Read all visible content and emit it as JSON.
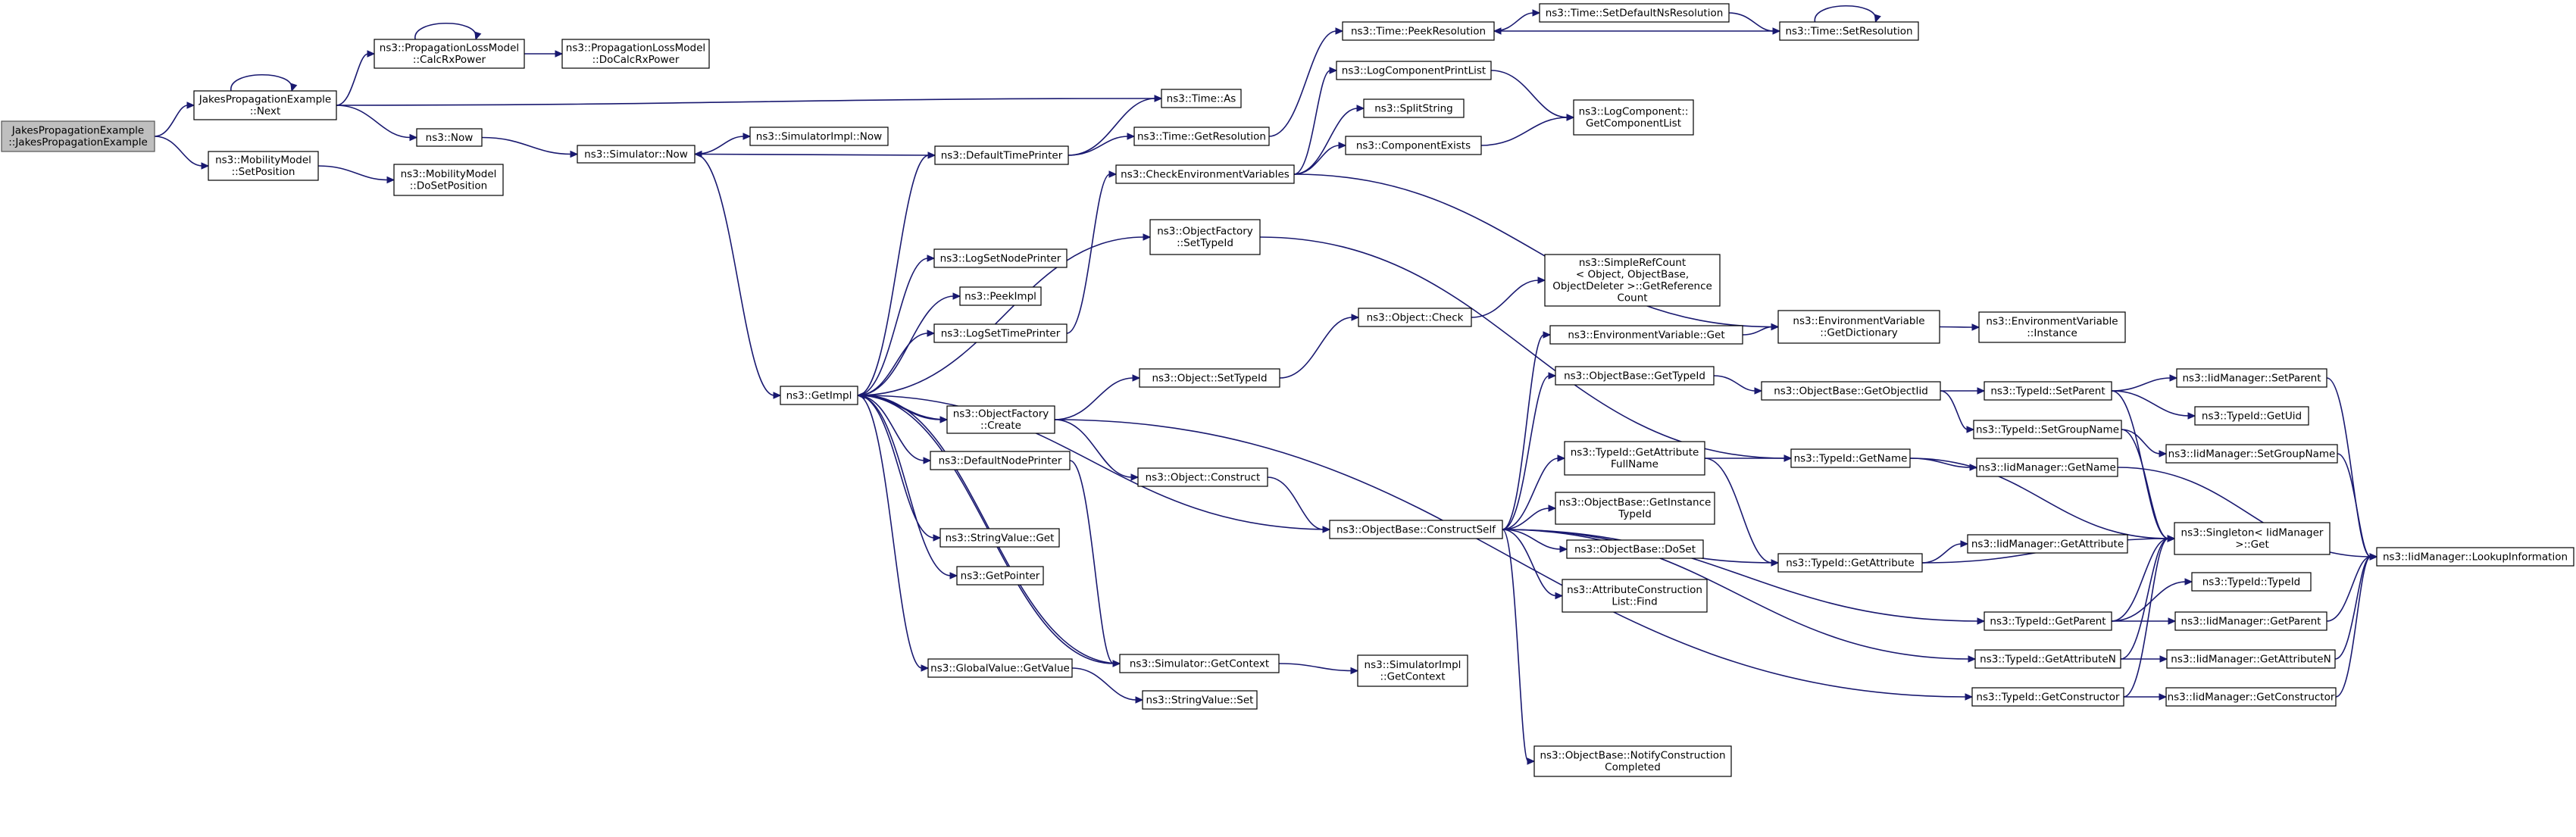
{
  "graph": {
    "edge_color": "#191970",
    "root_fill": "#bfbfbf",
    "nodes": [
      {
        "id": "root",
        "root": true,
        "lines": [
          "JakesPropagationExample",
          "::JakesPropagationExample"
        ]
      },
      {
        "id": "jpe_next",
        "lines": [
          "JakesPropagationExample",
          "::Next"
        ]
      },
      {
        "id": "mm_setpos",
        "lines": [
          "ns3::MobilityModel",
          "::SetPosition"
        ]
      },
      {
        "id": "plm_calc",
        "lines": [
          "ns3::PropagationLossModel",
          "::CalcRxPower"
        ]
      },
      {
        "id": "plm_docalc",
        "lines": [
          "ns3::PropagationLossModel",
          "::DoCalcRxPower"
        ]
      },
      {
        "id": "now",
        "lines": [
          "ns3::Now"
        ]
      },
      {
        "id": "mm_dosetpos",
        "lines": [
          "ns3::MobilityModel",
          "::DoSetPosition"
        ]
      },
      {
        "id": "sim_now",
        "lines": [
          "ns3::Simulator::Now"
        ]
      },
      {
        "id": "simimpl_now",
        "lines": [
          "ns3::SimulatorImpl::Now"
        ]
      },
      {
        "id": "getimpl",
        "lines": [
          "ns3::GetImpl"
        ]
      },
      {
        "id": "deftimeprinter",
        "lines": [
          "ns3::DefaultTimePrinter"
        ]
      },
      {
        "id": "time_as",
        "lines": [
          "ns3::Time::As"
        ]
      },
      {
        "id": "time_getres",
        "lines": [
          "ns3::Time::GetResolution"
        ]
      },
      {
        "id": "checkenv",
        "lines": [
          "ns3::CheckEnvironmentVariables"
        ]
      },
      {
        "id": "time_peekres",
        "lines": [
          "ns3::Time::PeekResolution"
        ]
      },
      {
        "id": "time_setdef",
        "lines": [
          "ns3::Time::SetDefaultNsResolution"
        ]
      },
      {
        "id": "time_setres",
        "lines": [
          "ns3::Time::SetResolution"
        ]
      },
      {
        "id": "logcompprint",
        "lines": [
          "ns3::LogComponentPrintList"
        ]
      },
      {
        "id": "splitstring",
        "lines": [
          "ns3::SplitString"
        ]
      },
      {
        "id": "compexists",
        "lines": [
          "ns3::ComponentExists"
        ]
      },
      {
        "id": "logcomp_getlist",
        "lines": [
          "ns3::LogComponent::",
          "GetComponentList"
        ]
      },
      {
        "id": "of_settypeid",
        "lines": [
          "ns3::ObjectFactory",
          "::SetTypeId"
        ]
      },
      {
        "id": "logsetnodeprinter",
        "lines": [
          "ns3::LogSetNodePrinter"
        ]
      },
      {
        "id": "peekimpl",
        "lines": [
          "ns3::PeekImpl"
        ]
      },
      {
        "id": "logsettimeprinter",
        "lines": [
          "ns3::LogSetTimePrinter"
        ]
      },
      {
        "id": "of_create",
        "lines": [
          "ns3::ObjectFactory",
          "::Create"
        ]
      },
      {
        "id": "defnodeprinter",
        "lines": [
          "ns3::DefaultNodePrinter"
        ]
      },
      {
        "id": "strval_get",
        "lines": [
          "ns3::StringValue::Get"
        ]
      },
      {
        "id": "getpointer",
        "lines": [
          "ns3::GetPointer"
        ]
      },
      {
        "id": "gv_getvalue",
        "lines": [
          "ns3::GlobalValue::GetValue"
        ]
      },
      {
        "id": "sim_getctx",
        "lines": [
          "ns3::Simulator::GetContext"
        ]
      },
      {
        "id": "strval_set",
        "lines": [
          "ns3::StringValue::Set"
        ]
      },
      {
        "id": "simimpl_getctx",
        "lines": [
          "ns3::SimulatorImpl",
          "::GetContext"
        ]
      },
      {
        "id": "obj_settypeid",
        "lines": [
          "ns3::Object::SetTypeId"
        ]
      },
      {
        "id": "obj_check",
        "lines": [
          "ns3::Object::Check"
        ]
      },
      {
        "id": "simplerefcount",
        "lines": [
          "ns3::SimpleRefCount",
          "< Object, ObjectBase,",
          "ObjectDeleter >::GetReference",
          "Count"
        ]
      },
      {
        "id": "obj_construct",
        "lines": [
          "ns3::Object::Construct"
        ]
      },
      {
        "id": "ob_constructself",
        "lines": [
          "ns3::ObjectBase::ConstructSelf"
        ]
      },
      {
        "id": "envvar_get",
        "lines": [
          "ns3::EnvironmentVariable::Get"
        ]
      },
      {
        "id": "envvar_getdict",
        "lines": [
          "ns3::EnvironmentVariable",
          "::GetDictionary"
        ]
      },
      {
        "id": "envvar_instance",
        "lines": [
          "ns3::EnvironmentVariable",
          "::Instance"
        ]
      },
      {
        "id": "ob_gettypeid",
        "lines": [
          "ns3::ObjectBase::GetTypeId"
        ]
      },
      {
        "id": "ob_getobjectiid",
        "lines": [
          "ns3::ObjectBase::GetObjectIid"
        ]
      },
      {
        "id": "tid_getattrfull",
        "lines": [
          "ns3::TypeId::GetAttribute",
          "FullName"
        ]
      },
      {
        "id": "tid_getname",
        "lines": [
          "ns3::TypeId::GetName"
        ]
      },
      {
        "id": "ob_getinstancetid",
        "lines": [
          "ns3::ObjectBase::GetInstance",
          "TypeId"
        ]
      },
      {
        "id": "ob_doset",
        "lines": [
          "ns3::ObjectBase::DoSet"
        ]
      },
      {
        "id": "attrconstr_find",
        "lines": [
          "ns3::AttributeConstruction",
          "List::Find"
        ]
      },
      {
        "id": "ob_notify",
        "lines": [
          "ns3::ObjectBase::NotifyConstruction",
          "Completed"
        ]
      },
      {
        "id": "tid_setparent",
        "lines": [
          "ns3::TypeId::SetParent"
        ]
      },
      {
        "id": "tid_setgroupname",
        "lines": [
          "ns3::TypeId::SetGroupName"
        ]
      },
      {
        "id": "iid_getname",
        "lines": [
          "ns3::IidManager::GetName"
        ]
      },
      {
        "id": "tid_getattribute",
        "lines": [
          "ns3::TypeId::GetAttribute"
        ]
      },
      {
        "id": "iid_getattribute",
        "lines": [
          "ns3::IidManager::GetAttribute"
        ]
      },
      {
        "id": "tid_getparent",
        "lines": [
          "ns3::TypeId::GetParent"
        ]
      },
      {
        "id": "tid_getattributen",
        "lines": [
          "ns3::TypeId::GetAttributeN"
        ]
      },
      {
        "id": "tid_getconstructor",
        "lines": [
          "ns3::TypeId::GetConstructor"
        ]
      },
      {
        "id": "iid_setparent",
        "lines": [
          "ns3::IidManager::SetParent"
        ]
      },
      {
        "id": "tid_getuid",
        "lines": [
          "ns3::TypeId::GetUid"
        ]
      },
      {
        "id": "iid_setgroupname",
        "lines": [
          "ns3::IidManager::SetGroupName"
        ]
      },
      {
        "id": "singleton_get",
        "lines": [
          "ns3::Singleton< IidManager",
          ">::Get"
        ]
      },
      {
        "id": "tid_typeid",
        "lines": [
          "ns3::TypeId::TypeId"
        ]
      },
      {
        "id": "iid_getparent",
        "lines": [
          "ns3::IidManager::GetParent"
        ]
      },
      {
        "id": "iid_getattributen",
        "lines": [
          "ns3::IidManager::GetAttributeN"
        ]
      },
      {
        "id": "iid_getconstructor",
        "lines": [
          "ns3::IidManager::GetConstructor"
        ]
      },
      {
        "id": "iid_lookup",
        "lines": [
          "ns3::IidManager::LookupInformation"
        ]
      }
    ],
    "edges": [
      [
        "root",
        "jpe_next"
      ],
      [
        "root",
        "mm_setpos"
      ],
      [
        "jpe_next",
        "jpe_next"
      ],
      [
        "jpe_next",
        "plm_calc"
      ],
      [
        "jpe_next",
        "now"
      ],
      [
        "jpe_next",
        "time_as"
      ],
      [
        "plm_calc",
        "plm_calc"
      ],
      [
        "plm_calc",
        "plm_docalc"
      ],
      [
        "mm_setpos",
        "mm_dosetpos"
      ],
      [
        "now",
        "sim_now"
      ],
      [
        "sim_now",
        "simimpl_now"
      ],
      [
        "sim_now",
        "getimpl"
      ],
      [
        "deftimeprinter",
        "sim_now"
      ],
      [
        "deftimeprinter",
        "time_as"
      ],
      [
        "deftimeprinter",
        "time_getres"
      ],
      [
        "getimpl",
        "deftimeprinter"
      ],
      [
        "getimpl",
        "logsetnodeprinter"
      ],
      [
        "getimpl",
        "peekimpl"
      ],
      [
        "getimpl",
        "logsettimeprinter"
      ],
      [
        "getimpl",
        "of_settypeid"
      ],
      [
        "getimpl",
        "of_create"
      ],
      [
        "getimpl",
        "defnodeprinter"
      ],
      [
        "getimpl",
        "strval_get"
      ],
      [
        "getimpl",
        "getpointer"
      ],
      [
        "getimpl",
        "gv_getvalue"
      ],
      [
        "getimpl",
        "sim_getctx"
      ],
      [
        "logsettimeprinter",
        "checkenv"
      ],
      [
        "time_getres",
        "time_peekres"
      ],
      [
        "time_peekres",
        "time_setdef"
      ],
      [
        "time_setdef",
        "time_setres"
      ],
      [
        "time_setres",
        "time_setres"
      ],
      [
        "time_setres",
        "time_peekres"
      ],
      [
        "checkenv",
        "logcompprint"
      ],
      [
        "checkenv",
        "splitstring"
      ],
      [
        "checkenv",
        "compexists"
      ],
      [
        "checkenv",
        "envvar_getdict"
      ],
      [
        "logcompprint",
        "logcomp_getlist"
      ],
      [
        "compexists",
        "logcomp_getlist"
      ],
      [
        "of_settypeid",
        "tid_getname"
      ],
      [
        "of_create",
        "obj_settypeid"
      ],
      [
        "of_create",
        "obj_construct"
      ],
      [
        "of_create",
        "getimpl"
      ],
      [
        "of_create",
        "tid_getconstructor"
      ],
      [
        "defnodeprinter",
        "sim_getctx"
      ],
      [
        "gv_getvalue",
        "strval_set"
      ],
      [
        "sim_getctx",
        "simimpl_getctx"
      ],
      [
        "sim_getctx",
        "getimpl"
      ],
      [
        "obj_settypeid",
        "obj_check"
      ],
      [
        "obj_check",
        "simplerefcount"
      ],
      [
        "obj_construct",
        "ob_constructself"
      ],
      [
        "ob_constructself",
        "envvar_get"
      ],
      [
        "ob_constructself",
        "ob_gettypeid"
      ],
      [
        "ob_constructself",
        "tid_getattrfull"
      ],
      [
        "ob_constructself",
        "ob_getinstancetid"
      ],
      [
        "ob_constructself",
        "ob_doset"
      ],
      [
        "ob_constructself",
        "attrconstr_find"
      ],
      [
        "ob_constructself",
        "ob_notify"
      ],
      [
        "ob_constructself",
        "tid_getattribute"
      ],
      [
        "ob_constructself",
        "tid_getparent"
      ],
      [
        "ob_constructself",
        "tid_getattributen"
      ],
      [
        "ob_constructself",
        "getimpl"
      ],
      [
        "envvar_get",
        "envvar_getdict"
      ],
      [
        "envvar_getdict",
        "envvar_instance"
      ],
      [
        "ob_gettypeid",
        "ob_getobjectiid"
      ],
      [
        "ob_getobjectiid",
        "tid_setparent"
      ],
      [
        "ob_getobjectiid",
        "tid_setgroupname"
      ],
      [
        "tid_getattrfull",
        "tid_getname"
      ],
      [
        "tid_getattrfull",
        "tid_getattribute"
      ],
      [
        "tid_getname",
        "iid_getname"
      ],
      [
        "tid_getname",
        "singleton_get"
      ],
      [
        "iid_getname",
        "iid_lookup"
      ],
      [
        "tid_setparent",
        "iid_setparent"
      ],
      [
        "tid_setparent",
        "tid_getuid"
      ],
      [
        "tid_setparent",
        "singleton_get"
      ],
      [
        "tid_setgroupname",
        "iid_setgroupname"
      ],
      [
        "tid_setgroupname",
        "singleton_get"
      ],
      [
        "tid_getattribute",
        "iid_getattribute"
      ],
      [
        "tid_getattribute",
        "singleton_get"
      ],
      [
        "tid_getparent",
        "tid_typeid"
      ],
      [
        "tid_getparent",
        "iid_getparent"
      ],
      [
        "tid_getparent",
        "singleton_get"
      ],
      [
        "tid_getattributen",
        "iid_getattributen"
      ],
      [
        "tid_getattributen",
        "singleton_get"
      ],
      [
        "tid_getconstructor",
        "iid_getconstructor"
      ],
      [
        "tid_getconstructor",
        "singleton_get"
      ],
      [
        "iid_setparent",
        "iid_lookup"
      ],
      [
        "iid_setgroupname",
        "iid_lookup"
      ],
      [
        "iid_getparent",
        "iid_lookup"
      ],
      [
        "iid_getattributen",
        "iid_lookup"
      ],
      [
        "iid_getconstructor",
        "iid_lookup"
      ]
    ]
  }
}
